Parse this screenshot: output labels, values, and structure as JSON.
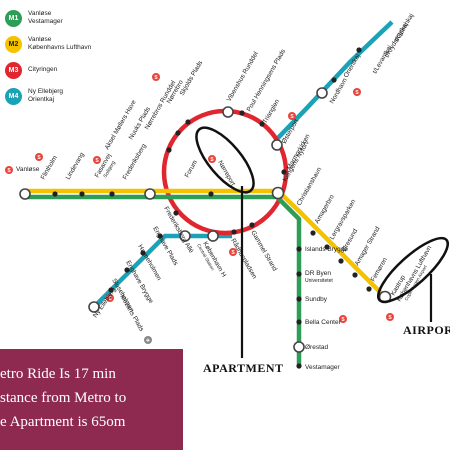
{
  "colors": {
    "m1": "#2e9e57",
    "m2": "#f5c200",
    "m3": "#e0262f",
    "m4": "#1aa3b7",
    "info_box": "#8e2a4f",
    "train_icon": "#e8453c"
  },
  "legend": [
    {
      "badge": "M1",
      "color": "#2e9e57",
      "lines": [
        "Vanløse",
        "Vestamager"
      ]
    },
    {
      "badge": "M2",
      "color": "#f5c200",
      "lines": [
        "Vanløse",
        "Københavns Lufthavn"
      ]
    },
    {
      "badge": "M3",
      "color": "#e0262f",
      "lines": [
        "Cityringen"
      ]
    },
    {
      "badge": "M4",
      "color": "#1aa3b7",
      "lines": [
        "Ny Ellebjerg",
        "Orientkaj"
      ]
    }
  ],
  "stations": {
    "vanlose": "Vanløse",
    "flintholm": "Flintholm",
    "lindevang": "Lindevang",
    "fasanvej": "Fasanvej",
    "fasanvej_sub": "Solbjerg",
    "frederiksberg": "Frederiksberg",
    "forum": "Forum",
    "norreport": "Nørreport",
    "kongens_nytorv": "Kongens Nytorv",
    "christianshavn": "Christianshavn",
    "islands_brygge": "Islands Brygge",
    "dr_byen": "DR Byen",
    "dr_byen_sub": "Universitetet",
    "sundby": "Sundby",
    "bella_center": "Bella Center",
    "orestad": "Ørestad",
    "vestamager": "Vestamager",
    "amagerbro": "Amagerbro",
    "lergravsparken": "Lergravsparken",
    "oresund": "Øresund",
    "amager_strand": "Amager Strand",
    "femoren": "Femøren",
    "kastrup": "Kastrup",
    "lufthavn": "Københavns Lufthavn",
    "lufthavn_sub": "Copenhagen Airport",
    "noerrebro": "Nørrebro",
    "skjolds_plads": "Skjolds Plads",
    "vibenshus_runddel": "Vibenshus Runddel",
    "poul_henningsens_plads": "Poul Henningsens Plads",
    "trianglen": "Trianglen",
    "osterport": "Østerport",
    "marmorkirken": "Marmorkirken",
    "gammel_strand": "Gammel Strand",
    "radhuspladsen": "Rådhuspladsen",
    "kobenhavn_h": "København H",
    "kobenhavn_h_sub": "Central Station",
    "frederiksberg_alle": "Frederiksberg Allé",
    "enghave_plads": "Enghave Plads",
    "aksel_mollers_have": "Aksel Møllers Have",
    "nuuks_plads": "Nuuks Plads",
    "norrebros_runddel": "Nørrebros Runddel",
    "havneholmen": "Havneholmen",
    "enghave_brygge": "Enghave Brygge",
    "sluseholmen": "Sluseholmen",
    "mozarts_plads": "Mozarts Plads",
    "ny_ellebjerg": "Ny Ellebjerg",
    "nordhavn": "Nordhavn",
    "orientkaj": "Orientkaj",
    "levantkaj": "t/Levantkaj",
    "krydstogtkaj": "t/Krydstogtkaj",
    "oceankaj": "t/Oceankaj"
  },
  "callouts": {
    "apartment": "APARTMENT",
    "airport": "AIRPOR"
  },
  "info": {
    "line1": "etro Ride Is 17 min",
    "line2": "stance from Metro to",
    "line3": "e Apartment is 65om"
  }
}
